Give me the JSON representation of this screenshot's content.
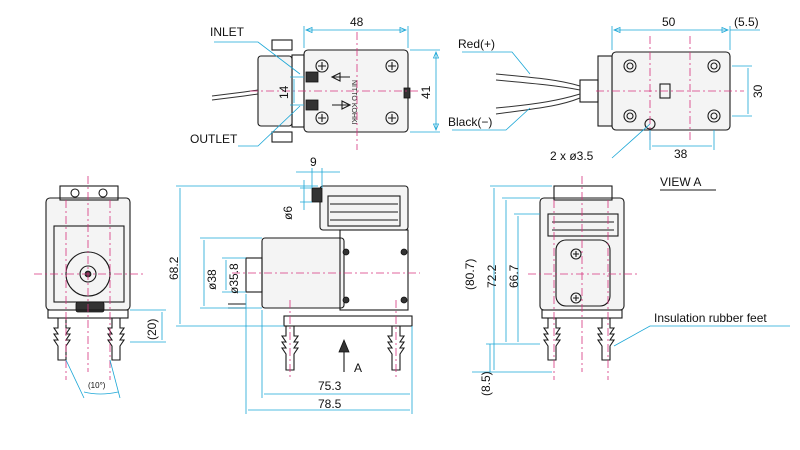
{
  "diagram": {
    "top_view": {
      "inlet_label": "INLET",
      "outlet_label": "OUTLET",
      "brand_text": "NITTO KOHKI",
      "dim_width": "48",
      "dim_height": "41",
      "dim_port_pitch": "14"
    },
    "view_a": {
      "red_label": "Red(+)",
      "black_label": "Black(−)",
      "dim_width": "50",
      "dim_offset": "(5.5)",
      "dim_height": "30",
      "dim_hole_pitch": "38",
      "holes_label": "2 x ø3.5",
      "title": "VIEW A"
    },
    "left_view": {
      "dim_port_length": "(20)",
      "dim_angle": "(10°)"
    },
    "front_view": {
      "dim_nozzle_offset": "9",
      "dim_nozzle_dia": "ø6",
      "dim_overall_height": "68.2",
      "dim_motor_dia": "ø38",
      "dim_motor_inner_dia": "ø35.8",
      "arrow_label": "A",
      "dim_length_inner": "75.3",
      "dim_length_overall": "78.5"
    },
    "right_view": {
      "dim_total_height": "(80.7)",
      "dim_height_1": "72.2",
      "dim_height_2": "66.7",
      "dim_foot": "(8.5)",
      "feet_label": "Insulation rubber feet"
    }
  }
}
